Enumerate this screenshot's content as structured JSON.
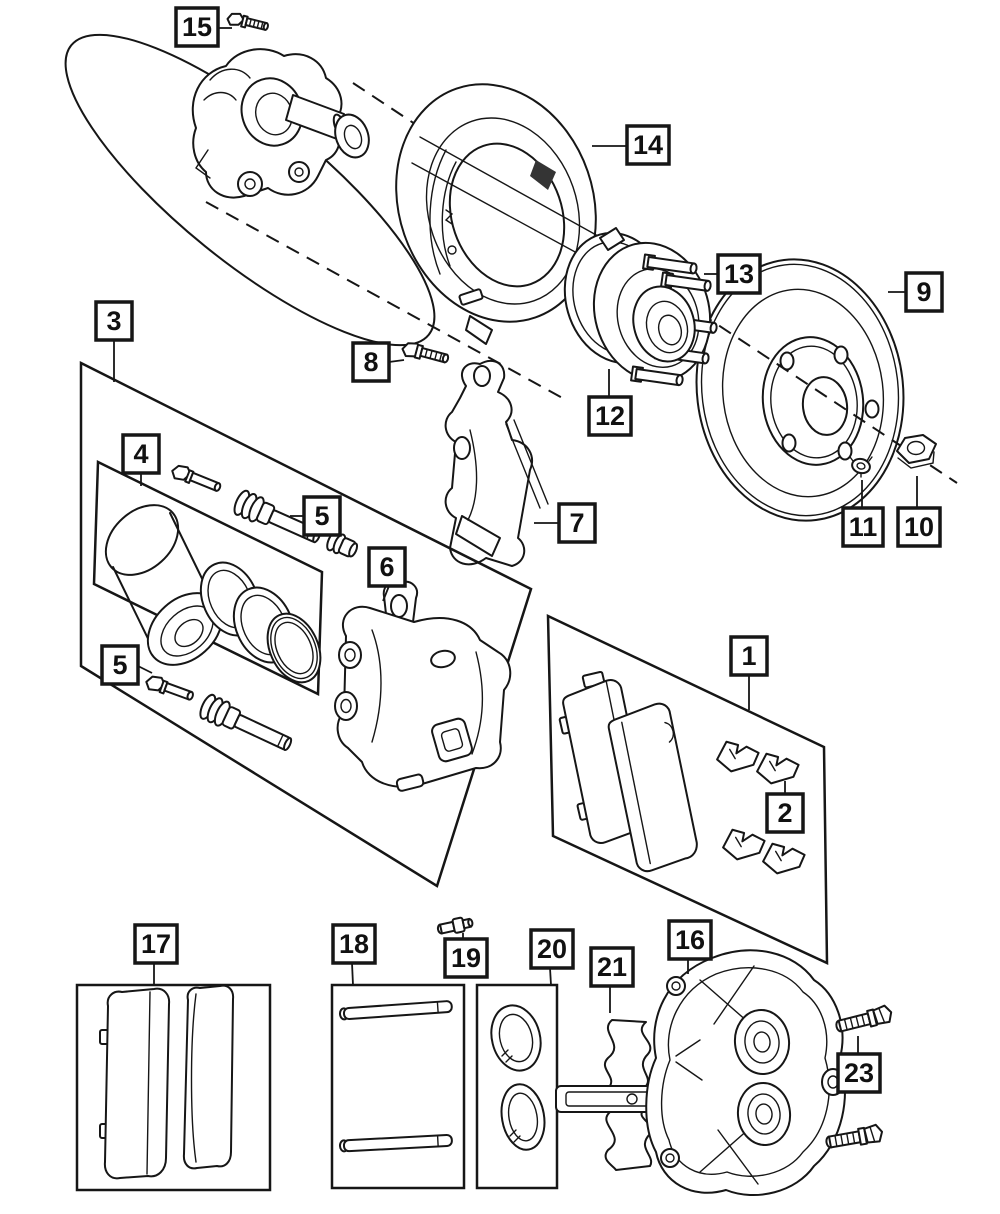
{
  "diagram": {
    "kind": "exploded parts diagram",
    "subject": "disc brake and hub assembly",
    "background_color": "#ffffff",
    "ink_color": "#161616"
  },
  "callouts": [
    {
      "label": "15"
    },
    {
      "label": "14"
    },
    {
      "label": "13"
    },
    {
      "label": "9"
    },
    {
      "label": "12"
    },
    {
      "label": "11"
    },
    {
      "label": "10"
    },
    {
      "label": "8"
    },
    {
      "label": "7"
    },
    {
      "label": "3"
    },
    {
      "label": "4"
    },
    {
      "label": "5"
    },
    {
      "label": "5"
    },
    {
      "label": "6"
    },
    {
      "label": "1"
    },
    {
      "label": "2"
    },
    {
      "label": "17"
    },
    {
      "label": "18"
    },
    {
      "label": "19"
    },
    {
      "label": "20"
    },
    {
      "label": "21"
    },
    {
      "label": "16"
    },
    {
      "label": "23"
    }
  ]
}
